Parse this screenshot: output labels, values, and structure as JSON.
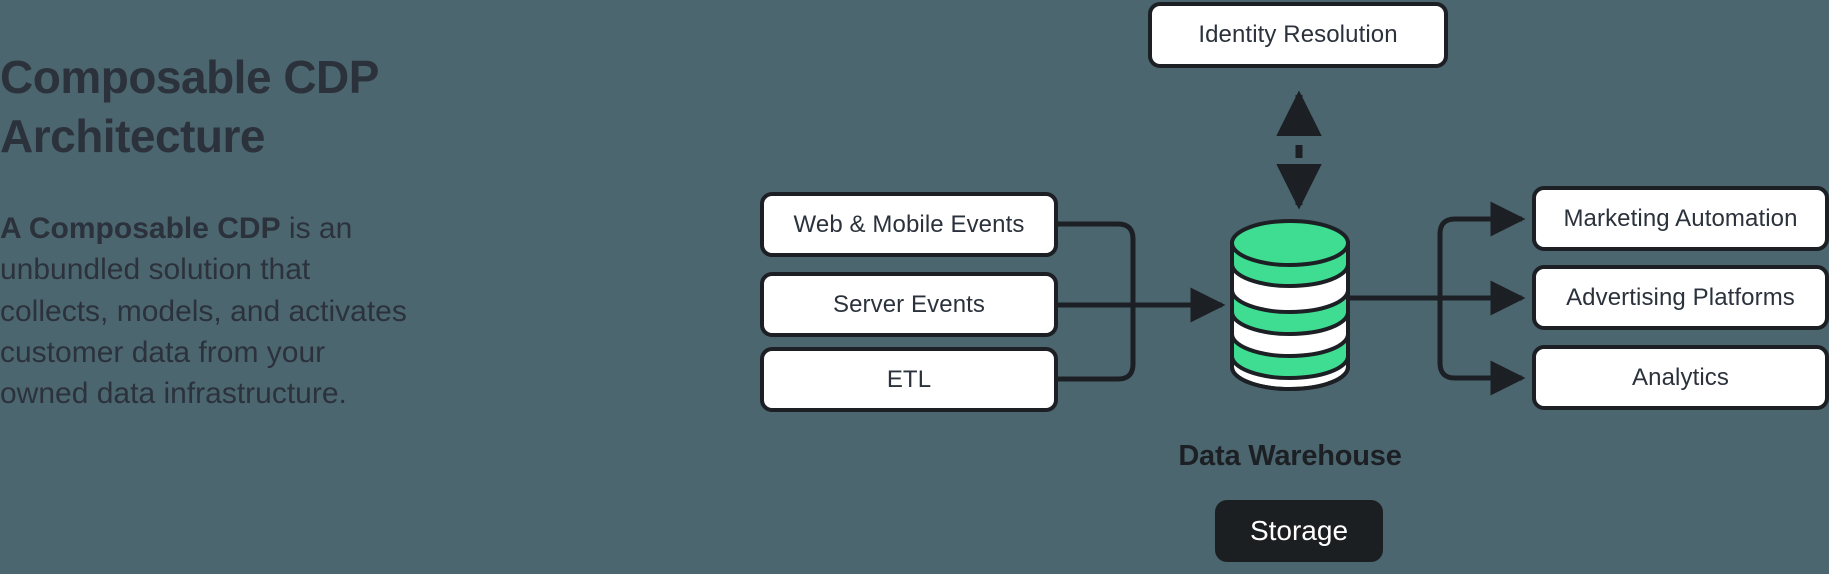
{
  "meta": {
    "background_color": "#4c6670",
    "ink_color": "#1c2024",
    "text_color": "#2b323c",
    "accent_green": "#3edd92",
    "box_fill": "#ffffff",
    "pill_fill": "#1c1f22",
    "pill_text_color": "#ffffff"
  },
  "left_panel": {
    "headline": "Composable CDP\nArchitecture",
    "body_lead": "A Composable CDP",
    "body_rest": " is an unbundled solution that collects, models, and activates customer data from your owned data infrastructure."
  },
  "diagram": {
    "identity": {
      "label": "Identity Resolution"
    },
    "sources": [
      {
        "label": "Web & Mobile Events"
      },
      {
        "label": "Server Events"
      },
      {
        "label": "ETL"
      }
    ],
    "warehouse": {
      "label": "Data Warehouse",
      "icon": "database-cylinder-icon",
      "bands": 3
    },
    "storage_badge": {
      "label": "Storage"
    },
    "destinations": [
      {
        "label": "Marketing Automation"
      },
      {
        "label": "Advertising Platforms"
      },
      {
        "label": "Analytics"
      }
    ],
    "connectors": {
      "sources_to_warehouse": "merge-bus-right-arrow",
      "warehouse_to_destinations": "split-bus-right-arrows",
      "identity_link": "dashed-bidirectional-vertical-arrow"
    }
  }
}
